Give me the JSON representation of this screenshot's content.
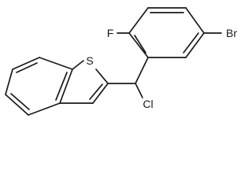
{
  "molecule": {
    "atoms": {
      "fluorine": "F",
      "bromine": "Br",
      "sulfur": "S",
      "chlorine": "Cl"
    }
  }
}
